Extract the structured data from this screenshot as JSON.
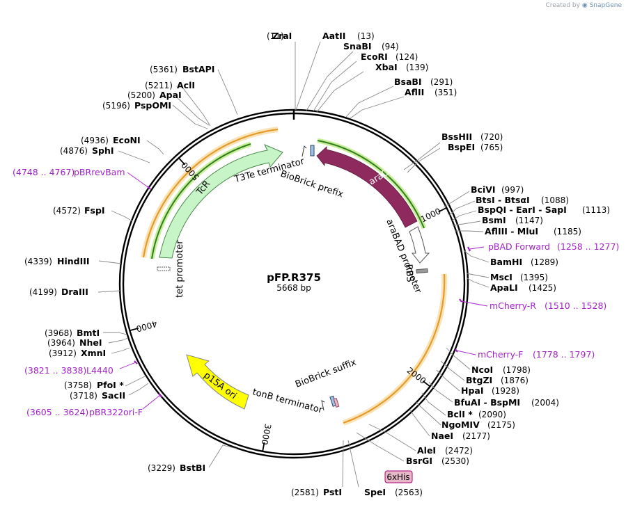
{
  "credit": {
    "prefix": "Created by",
    "brand": "SnapGene"
  },
  "plasmid": {
    "name": "pFP.R375",
    "size_label": "5668 bp",
    "length": 5668
  },
  "colors": {
    "arac": "#8e2a5e",
    "tcr": "#c8f5c8",
    "p15a": "#ffff00",
    "amp_region": "#f5a623",
    "primer": "#a321c9",
    "tag": "#e6b8c8"
  },
  "ticks": [
    {
      "pos": 1000,
      "label": "1000"
    },
    {
      "pos": 2000,
      "label": "2000"
    },
    {
      "pos": 3000,
      "label": "3000"
    },
    {
      "pos": 4000,
      "label": "4000"
    },
    {
      "pos": 5000,
      "label": "5000"
    }
  ],
  "sites": [
    {
      "name": "ZraI",
      "pos": "(11)",
      "bp": 11
    },
    {
      "name": "AatII",
      "pos": "(13)",
      "bp": 13
    },
    {
      "name": "SnaBI",
      "pos": "(94)",
      "bp": 94
    },
    {
      "name": "EcoRI",
      "pos": "(124)",
      "bp": 124
    },
    {
      "name": "XbaI",
      "pos": "(139)",
      "bp": 139
    },
    {
      "name": "BsaBI",
      "pos": "(291)",
      "bp": 291
    },
    {
      "name": "AflII",
      "pos": "(351)",
      "bp": 351
    },
    {
      "name": "BssHII",
      "pos": "(720)",
      "bp": 720
    },
    {
      "name": "BspEI",
      "pos": "(765)",
      "bp": 765
    },
    {
      "name": "BciVI",
      "pos": "(997)",
      "bp": 997
    },
    {
      "name": "BtsI - BtsαI",
      "pos": "(1088)",
      "bp": 1088
    },
    {
      "name": "BspQI - EarI - SapI",
      "pos": "(1113)",
      "bp": 1113
    },
    {
      "name": "BsmI",
      "pos": "(1147)",
      "bp": 1147
    },
    {
      "name": "AflIII - MluI",
      "pos": "(1185)",
      "bp": 1185
    },
    {
      "name": "BamHI",
      "pos": "(1289)",
      "bp": 1289
    },
    {
      "name": "MscI",
      "pos": "(1395)",
      "bp": 1395
    },
    {
      "name": "ApaLI",
      "pos": "(1425)",
      "bp": 1425
    },
    {
      "name": "NcoI",
      "pos": "(1798)",
      "bp": 1798
    },
    {
      "name": "BtgZI",
      "pos": "(1876)",
      "bp": 1876
    },
    {
      "name": "HpaI",
      "pos": "(1928)",
      "bp": 1928
    },
    {
      "name": "BfuAI - BspMI",
      "pos": "(2004)",
      "bp": 2004
    },
    {
      "name": "BclI *",
      "pos": "(2090)",
      "bp": 2090
    },
    {
      "name": "NgoMIV",
      "pos": "(2175)",
      "bp": 2175
    },
    {
      "name": "NaeI",
      "pos": "(2177)",
      "bp": 2177
    },
    {
      "name": "AleI",
      "pos": "(2472)",
      "bp": 2472
    },
    {
      "name": "BsrGI",
      "pos": "(2530)",
      "bp": 2530
    },
    {
      "name": "SpeI",
      "pos": "(2563)",
      "bp": 2563
    },
    {
      "name": "PstI",
      "pos": "(2581)",
      "bp": 2581
    },
    {
      "name": "BstBI",
      "pos": "(3229)",
      "bp": 3229
    },
    {
      "name": "SacII",
      "pos": "(3718)",
      "bp": 3718
    },
    {
      "name": "PfoI *",
      "pos": "(3758)",
      "bp": 3758
    },
    {
      "name": "XmnI",
      "pos": "(3912)",
      "bp": 3912
    },
    {
      "name": "NheI",
      "pos": "(3964)",
      "bp": 3964
    },
    {
      "name": "BmtI",
      "pos": "(3968)",
      "bp": 3968
    },
    {
      "name": "DraIII",
      "pos": "(4199)",
      "bp": 4199
    },
    {
      "name": "HindIII",
      "pos": "(4339)",
      "bp": 4339
    },
    {
      "name": "FspI",
      "pos": "(4572)",
      "bp": 4572
    },
    {
      "name": "SphI",
      "pos": "(4876)",
      "bp": 4876
    },
    {
      "name": "EcoNI",
      "pos": "(4936)",
      "bp": 4936
    },
    {
      "name": "PspOMI",
      "pos": "(5196)",
      "bp": 5196
    },
    {
      "name": "ApaI",
      "pos": "(5200)",
      "bp": 5200
    },
    {
      "name": "AclI",
      "pos": "(5211)",
      "bp": 5211
    },
    {
      "name": "BstAPI",
      "pos": "(5361)",
      "bp": 5361
    }
  ],
  "primers": [
    {
      "name": "pBAD Forward",
      "range": "(1258 .. 1277)"
    },
    {
      "name": "mCherry-R",
      "range": "(1510 .. 1528)"
    },
    {
      "name": "mCherry-F",
      "range": "(1778 .. 1797)"
    },
    {
      "name": "L4440",
      "range": "(3821 .. 3838)"
    },
    {
      "name": "pBR322ori-F",
      "range": "(3605 .. 3624)"
    },
    {
      "name": "pBRrevBam",
      "range": "(4748 .. 4767)"
    }
  ],
  "features": {
    "arac": "araC",
    "arabad_promoter": "araBAD promoter",
    "rbs": "RBS",
    "biobrick_prefix": "BioBrick prefix",
    "t3te_terminator": "T3Te terminator",
    "tcr": "TcR",
    "tet_promoter": "tet promoter",
    "p15a_ori": "p15A ori",
    "tonb_terminator": "tonB terminator",
    "biobrick_suffix": "BioBrick suffix",
    "his_tag": "6xHis"
  }
}
